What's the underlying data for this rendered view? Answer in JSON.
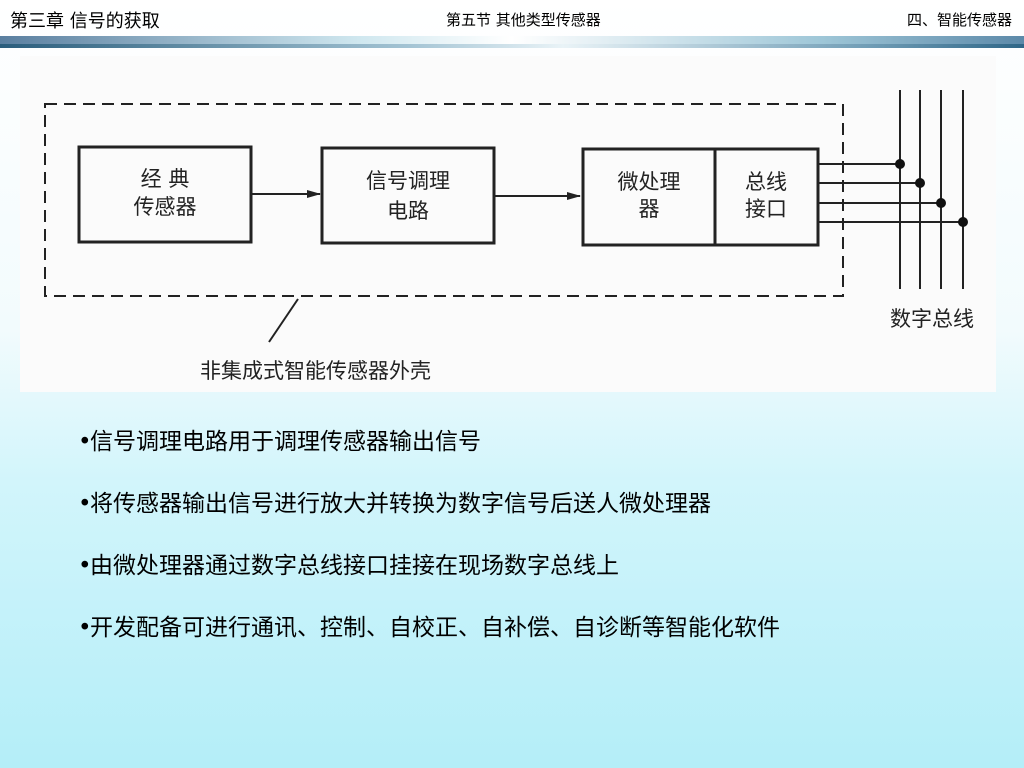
{
  "header": {
    "chapter": "第三章  信号的获取",
    "section": "第五节  其他类型传感器",
    "subsection": "四、智能传感器"
  },
  "diagram": {
    "block_sensor_line1": "经    典",
    "block_sensor_line2": "传感器",
    "block_conditioning_line1": "信号调理",
    "block_conditioning_line2": "电路",
    "block_micro_line1": "微处理",
    "block_micro_line2": "器",
    "block_bus_line1": "总线",
    "block_bus_line2": "接口",
    "bus_label": "数字总线",
    "housing_label": "非集成式智能传感器外壳"
  },
  "bullets": [
    "信号调理电路用于调理传感器输出信号",
    "将传感器输出信号进行放大并转换为数字信号后送人微处理器",
    "由微处理器通过数字总线接口挂接在现场数字总线上",
    "开发配备可进行通讯、控制、自校正、自补偿、自诊断等智能化软件"
  ],
  "bullet_marker": "•"
}
